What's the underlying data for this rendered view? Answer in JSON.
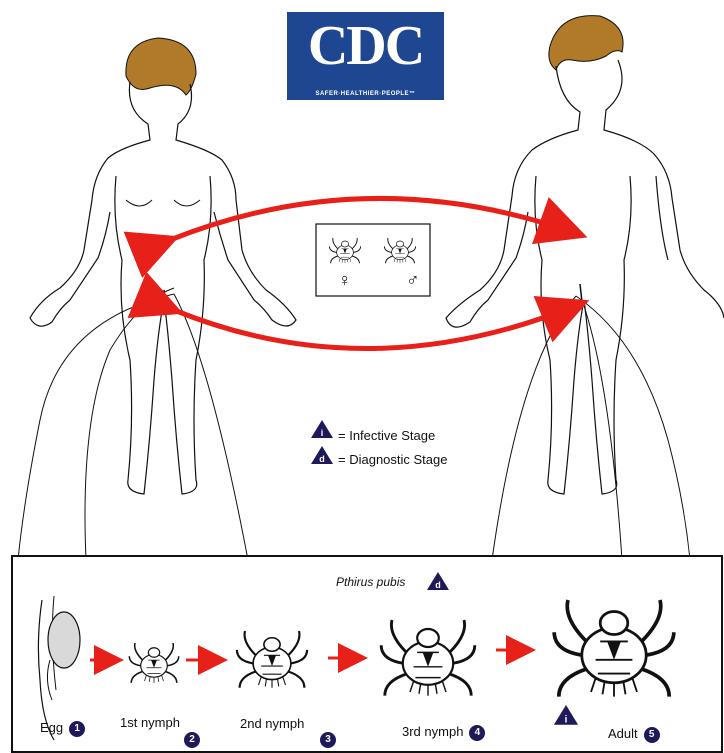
{
  "logo": {
    "text": "CDC",
    "tagline": "SAFER·HEALTHIER·PEOPLE™"
  },
  "colors": {
    "arrow": "#e8201a",
    "badge": "#1e1a5a",
    "logo_bg": "#1f4690",
    "hair": "#b07a28"
  },
  "legend": {
    "infective_badge": "i",
    "infective_label": "= Infective Stage",
    "diagnostic_badge": "d",
    "diagnostic_label": "= Diagnostic Stage"
  },
  "mating_box": {
    "female_symbol": "♀",
    "male_symbol": "♂"
  },
  "life_cycle": {
    "species": "Pthirus pubis",
    "species_badge": "d",
    "adult_badge": "i",
    "stages": [
      {
        "label": "Egg",
        "number": "1"
      },
      {
        "label": "1st nymph",
        "number": "2"
      },
      {
        "label": "2nd nymph",
        "number": "3"
      },
      {
        "label": "3rd nymph",
        "number": "4"
      },
      {
        "label": "Adult",
        "number": "5"
      }
    ]
  }
}
